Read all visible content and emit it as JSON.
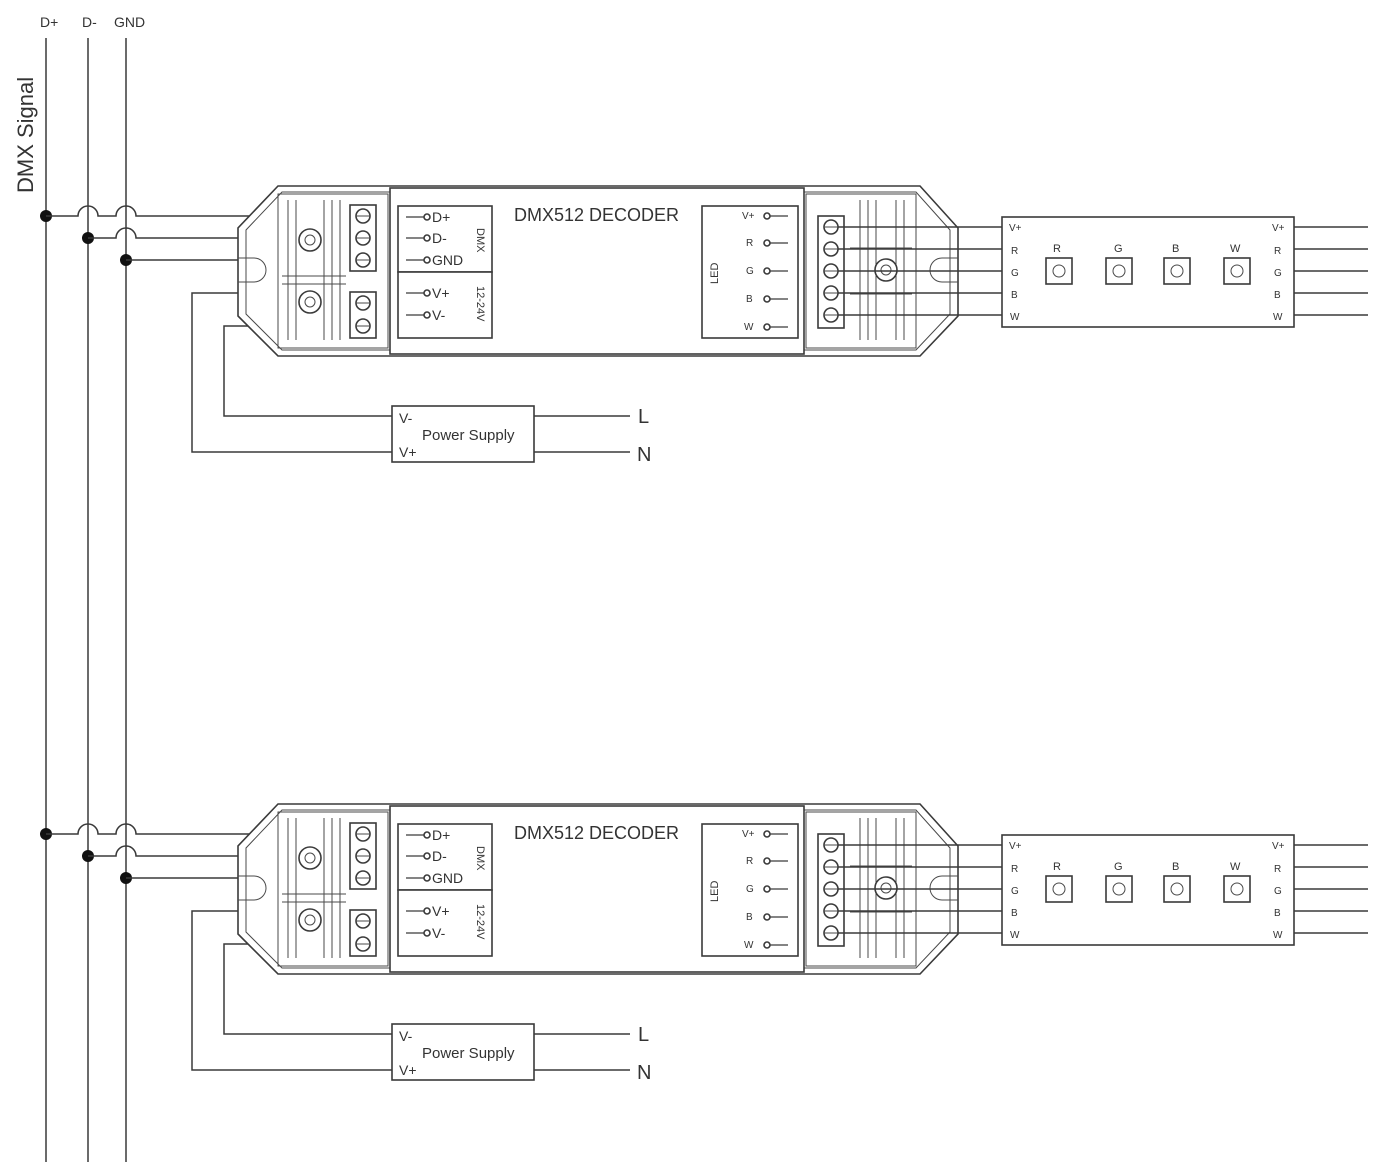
{
  "signal": {
    "title": "DMX Signal",
    "lines": [
      "D+",
      "D-",
      "GND"
    ]
  },
  "units": [
    {
      "decoder": {
        "title": "DMX512 DECODER",
        "dmx_block_label": "DMX",
        "dmx_terminals": [
          "D+",
          "D-",
          "GND"
        ],
        "power_block_label": "12-24V",
        "power_terminals": [
          "V+",
          "V-"
        ],
        "led_block_label": "LED",
        "led_terminals": [
          "V+",
          "R",
          "G",
          "B",
          "W"
        ]
      },
      "power_supply": {
        "label": "Power Supply",
        "terminal_top": "V-",
        "terminal_bottom": "V+",
        "line_L": "L",
        "line_N": "N"
      },
      "strip": {
        "left_pins": [
          "V+",
          "R",
          "G",
          "B",
          "W"
        ],
        "right_pins": [
          "V+",
          "R",
          "G",
          "B",
          "W"
        ],
        "chips": [
          "R",
          "G",
          "B",
          "W"
        ]
      }
    },
    {
      "decoder": {
        "title": "DMX512 DECODER",
        "dmx_block_label": "DMX",
        "dmx_terminals": [
          "D+",
          "D-",
          "GND"
        ],
        "power_block_label": "12-24V",
        "power_terminals": [
          "V+",
          "V-"
        ],
        "led_block_label": "LED",
        "led_terminals": [
          "V+",
          "R",
          "G",
          "B",
          "W"
        ]
      },
      "power_supply": {
        "label": "Power Supply",
        "terminal_top": "V-",
        "terminal_bottom": "V+",
        "line_L": "L",
        "line_N": "N"
      },
      "strip": {
        "left_pins": [
          "V+",
          "R",
          "G",
          "B",
          "W"
        ],
        "right_pins": [
          "V+",
          "R",
          "G",
          "B",
          "W"
        ],
        "chips": [
          "R",
          "G",
          "B",
          "W"
        ]
      }
    }
  ]
}
